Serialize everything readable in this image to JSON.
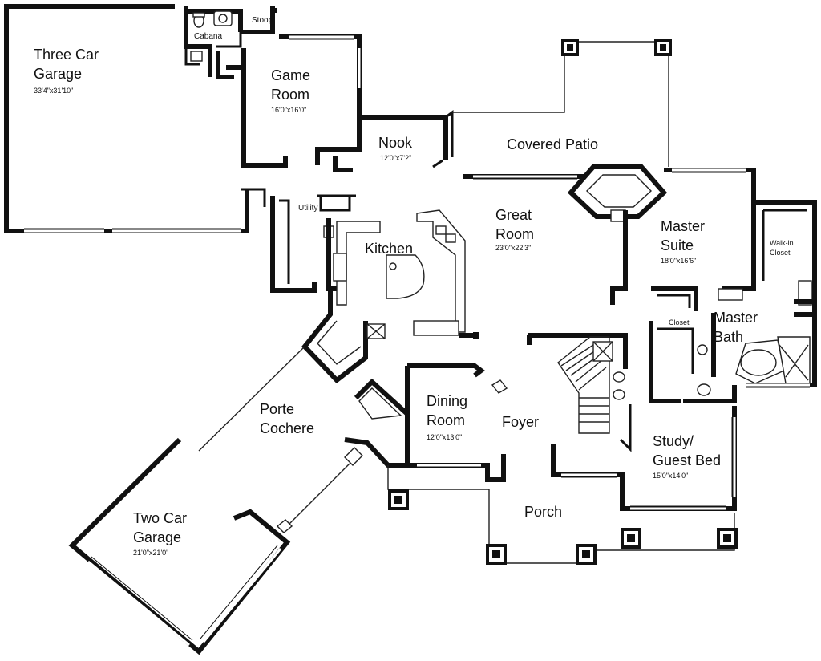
{
  "rooms": {
    "three_car_garage": {
      "name_line1": "Three Car",
      "name_line2": "Garage",
      "dim": "33'4\"x31'10\""
    },
    "cabana": {
      "name": "Cabana"
    },
    "stoop": {
      "name": "Stoop"
    },
    "game_room": {
      "name_line1": "Game",
      "name_line2": "Room",
      "dim": "16'0\"x16'0\""
    },
    "nook": {
      "name": "Nook",
      "dim": "12'0\"x7'2\""
    },
    "covered_patio": {
      "name": "Covered Patio"
    },
    "utility": {
      "name": "Utility"
    },
    "kitchen": {
      "name": "Kitchen"
    },
    "great_room": {
      "name_line1": "Great",
      "name_line2": "Room",
      "dim": "23'0\"x22'3\""
    },
    "master_suite": {
      "name_line1": "Master",
      "name_line2": "Suite",
      "dim": "18'0\"x16'6\""
    },
    "walk_in_closet": {
      "name_line1": "Walk-in",
      "name_line2": "Closet"
    },
    "closet": {
      "name": "Closet"
    },
    "master_bath": {
      "name_line1": "Master",
      "name_line2": "Bath"
    },
    "porte_cochere": {
      "name_line1": "Porte",
      "name_line2": "Cochere"
    },
    "dining_room": {
      "name_line1": "Dining",
      "name_line2": "Room",
      "dim": "12'0\"x13'0\""
    },
    "foyer": {
      "name": "Foyer"
    },
    "study": {
      "name_line1": "Study/",
      "name_line2": "Guest Bed",
      "dim": "15'0\"x14'0\""
    },
    "porch": {
      "name": "Porch"
    },
    "two_car_garage": {
      "name_line1": "Two Car",
      "name_line2": "Garage",
      "dim": "21'0\"x21'0\""
    }
  }
}
